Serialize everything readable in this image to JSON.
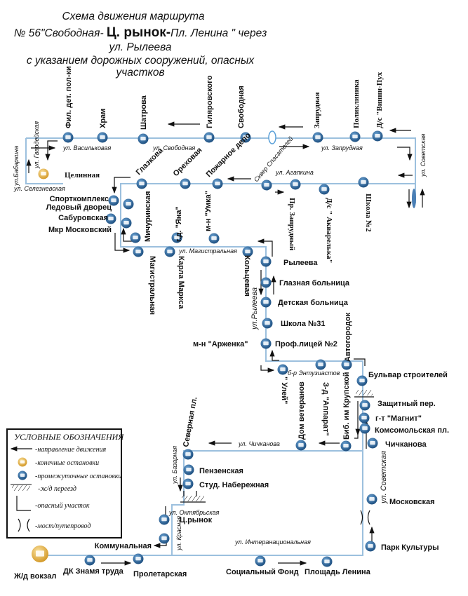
{
  "title": {
    "line1": "Схема движения маршрута",
    "line2_a": "№ 56\"Свободная- ",
    "line2_b": "Ц. рынок-",
    "line2_c": "Пл. Ленина \" через",
    "line3": "ул. Рылеева",
    "line4": "с указанием дорожных сооружений, опасных",
    "line5": "участков"
  },
  "colors": {
    "road": "#9cc0de",
    "intermediate_stop": "#2e6da4",
    "terminal_stop": "#e0b24a",
    "arrow": "#111111"
  },
  "stops": [
    {
      "name": "Фил. дет. пол-ки",
      "type": "intermediate"
    },
    {
      "name": "Храм",
      "type": "intermediate"
    },
    {
      "name": "Шатрова",
      "type": "intermediate"
    },
    {
      "name": "Гиляровского",
      "type": "intermediate"
    },
    {
      "name": "Свободная",
      "type": "intermediate"
    },
    {
      "name": "Запрудная",
      "type": "intermediate"
    },
    {
      "name": "Поликлиника",
      "type": "intermediate"
    },
    {
      "name": "Д/с \"Винни-Пух",
      "type": "intermediate"
    },
    {
      "name": "Целинная",
      "type": "terminal"
    },
    {
      "name": "Глазкова",
      "type": "intermediate"
    },
    {
      "name": "Ореховая",
      "type": "intermediate"
    },
    {
      "name": "Пожарное депо",
      "type": "intermediate"
    },
    {
      "name": "Сквер Спасателей",
      "type": "intermediate"
    },
    {
      "name": "Пр. Запрудный",
      "type": "intermediate"
    },
    {
      "name": "Д/с \" Акварелька\"",
      "type": "intermediate"
    },
    {
      "name": "Школа №2",
      "type": "intermediate"
    },
    {
      "name": "Спорткомплекс",
      "type": "intermediate"
    },
    {
      "name": "Ледовый дворец",
      "type": "intermediate"
    },
    {
      "name": "Сабуровская",
      "type": "intermediate"
    },
    {
      "name": "Мкр Московский",
      "type": "intermediate"
    },
    {
      "name": "Мичуринская",
      "type": "intermediate"
    },
    {
      "name": "Магистральная",
      "type": "intermediate"
    },
    {
      "name": "г.д. \"Яна\"",
      "type": "intermediate"
    },
    {
      "name": "Карла Маркса",
      "type": "intermediate"
    },
    {
      "name": "м-н \"Умка\"",
      "type": "intermediate"
    },
    {
      "name": "Кольцевая",
      "type": "intermediate"
    },
    {
      "name": "Рылеева",
      "type": "intermediate"
    },
    {
      "name": "Глазная больница",
      "type": "intermediate"
    },
    {
      "name": "Детская больница",
      "type": "intermediate"
    },
    {
      "name": "Школа №31",
      "type": "intermediate"
    },
    {
      "name": "Проф.лицей №2",
      "type": "intermediate"
    },
    {
      "name": "м-н \"Арженка\"",
      "type": "label"
    },
    {
      "name": "\" Улей\"",
      "type": "intermediate"
    },
    {
      "name": "З-д \"Аппарат\"",
      "type": "intermediate"
    },
    {
      "name": "Автогородок",
      "type": "intermediate"
    },
    {
      "name": "Бульвар строителей",
      "type": "intermediate"
    },
    {
      "name": "Защитный пер.",
      "type": "intermediate"
    },
    {
      "name": "г-т \"Магнит\"",
      "type": "intermediate"
    },
    {
      "name": "Комсомольская пл.",
      "type": "intermediate"
    },
    {
      "name": "Чичканова",
      "type": "intermediate"
    },
    {
      "name": "Биб. им Крупской",
      "type": "intermediate"
    },
    {
      "name": "Дом ветеранов",
      "type": "intermediate"
    },
    {
      "name": "Северная пл.",
      "type": "intermediate"
    },
    {
      "name": "Пензенская",
      "type": "intermediate"
    },
    {
      "name": "Студ. Набережная",
      "type": "intermediate"
    },
    {
      "name": "Ц.рынок",
      "type": "intermediate"
    },
    {
      "name": "Коммунальная",
      "type": "intermediate"
    },
    {
      "name": "Ж/д вокзал",
      "type": "terminal"
    },
    {
      "name": "ДК Знамя труда",
      "type": "intermediate"
    },
    {
      "name": "Пролетарская",
      "type": "intermediate"
    },
    {
      "name": "Социальный Фонд",
      "type": "intermediate"
    },
    {
      "name": "Площадь Ленина",
      "type": "intermediate"
    },
    {
      "name": "Парк Культуры",
      "type": "intermediate"
    },
    {
      "name": "Московская",
      "type": "intermediate"
    }
  ],
  "streets": [
    "ул. Васильковая",
    "ул. Свободная",
    "ул. Запрудная",
    "ул.Бабаркина",
    "ул. Гвардейская",
    "ул. Селезневская",
    "ул. Агапкина",
    "ул. Советская",
    "ул. Магистральная",
    "ул.Рылеева",
    "б-р Энтузиастов",
    "ул. Чичканова",
    "ул. Базарная",
    "ул. Октябрьская",
    "ул. Красная",
    "ул. Интеранациональная",
    "ул. Советская"
  ],
  "legend": {
    "title": "УСЛОВНЫЕ ОБОЗНАЧЕНИЯ",
    "items": [
      {
        "icon": "arrow-left-icon",
        "label": "-направление движения"
      },
      {
        "icon": "terminal-stop-icon",
        "label": "-конечные остановки"
      },
      {
        "icon": "intermediate-stop-icon",
        "label": "-промежуточные остановки"
      },
      {
        "icon": "railway-crossing-icon",
        "label": "-ж/д переезд"
      },
      {
        "icon": "danger-zone-icon",
        "label": "-опасный участок"
      },
      {
        "icon": "bridge-icon",
        "label": "-мост/путепровод"
      }
    ]
  }
}
